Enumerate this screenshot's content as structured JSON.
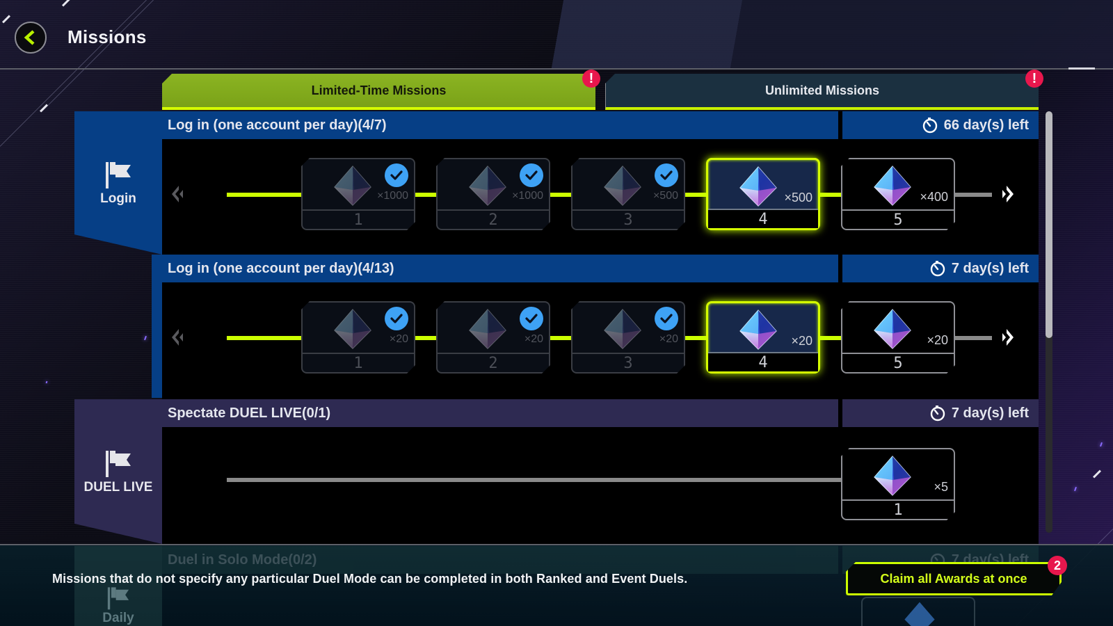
{
  "header": {
    "title": "Missions",
    "back_icon": "chevron-left-icon"
  },
  "tabs": [
    {
      "label": "Limited-Time Missions",
      "active": true,
      "alert": "!"
    },
    {
      "label": "Unlimited Missions",
      "active": false,
      "alert": "!"
    }
  ],
  "categories": [
    {
      "label": "Login",
      "icon": "flag-icon"
    },
    {
      "label": "DUEL LIVE",
      "icon": "flag-icon"
    },
    {
      "label": "Daily",
      "icon": "flag-icon"
    }
  ],
  "missions": [
    {
      "title": "Log in (one account per day)(4/7)",
      "time_left": "66 day(s) left",
      "rewards": [
        {
          "step": "1",
          "qty": "×1000",
          "state": "claimed"
        },
        {
          "step": "2",
          "qty": "×1000",
          "state": "claimed"
        },
        {
          "step": "3",
          "qty": "×500",
          "state": "claimed"
        },
        {
          "step": "4",
          "qty": "×500",
          "state": "current"
        },
        {
          "step": "5",
          "qty": "×400",
          "state": "locked"
        }
      ]
    },
    {
      "title": "Log in (one account per day)(4/13)",
      "time_left": "7 day(s) left",
      "rewards": [
        {
          "step": "1",
          "qty": "×20",
          "state": "claimed"
        },
        {
          "step": "2",
          "qty": "×20",
          "state": "claimed"
        },
        {
          "step": "3",
          "qty": "×20",
          "state": "claimed"
        },
        {
          "step": "4",
          "qty": "×20",
          "state": "current"
        },
        {
          "step": "5",
          "qty": "×20",
          "state": "locked"
        }
      ]
    },
    {
      "title": "Spectate DUEL LIVE(0/1)",
      "time_left": "7 day(s) left",
      "rewards": [
        {
          "step": "1",
          "qty": "×5",
          "state": "locked"
        }
      ]
    },
    {
      "title": "Duel in Solo Mode(0/2)",
      "time_left": "7 day(s) left"
    }
  ],
  "footer": {
    "notice": "Missions that do not specify any particular Duel Mode can be completed in both Ranked and Event Duels.",
    "claim_label": "Claim all Awards at once",
    "claim_count": "2"
  },
  "colors": {
    "accent": "#ccff00",
    "login_blue": "#063f86",
    "duel_purple": "#2e2a52",
    "check_blue": "#3ea2f5",
    "alert_red": "#e8174d"
  }
}
